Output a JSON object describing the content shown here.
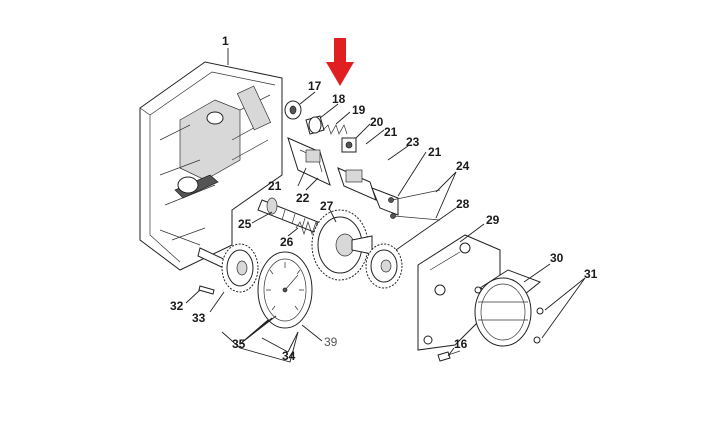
{
  "diagram": {
    "callouts": [
      {
        "id": "c1",
        "label": "1"
      },
      {
        "id": "c17",
        "label": "17"
      },
      {
        "id": "c18",
        "label": "18"
      },
      {
        "id": "c19",
        "label": "19"
      },
      {
        "id": "c20",
        "label": "20"
      },
      {
        "id": "c21a",
        "label": "21"
      },
      {
        "id": "c21b",
        "label": "21"
      },
      {
        "id": "c21c",
        "label": "21"
      },
      {
        "id": "c22",
        "label": "22"
      },
      {
        "id": "c23",
        "label": "23"
      },
      {
        "id": "c24",
        "label": "24"
      },
      {
        "id": "c25",
        "label": "25"
      },
      {
        "id": "c26",
        "label": "26"
      },
      {
        "id": "c27",
        "label": "27"
      },
      {
        "id": "c28",
        "label": "28"
      },
      {
        "id": "c29",
        "label": "29"
      },
      {
        "id": "c30",
        "label": "30"
      },
      {
        "id": "c31",
        "label": "31"
      },
      {
        "id": "c32",
        "label": "32"
      },
      {
        "id": "c33",
        "label": "33"
      },
      {
        "id": "c34",
        "label": "34"
      },
      {
        "id": "c35",
        "label": "35"
      },
      {
        "id": "c16",
        "label": "16"
      },
      {
        "id": "c39",
        "label": "39"
      }
    ],
    "highlight": {
      "target": "18",
      "arrow_color": "#e02020"
    }
  }
}
